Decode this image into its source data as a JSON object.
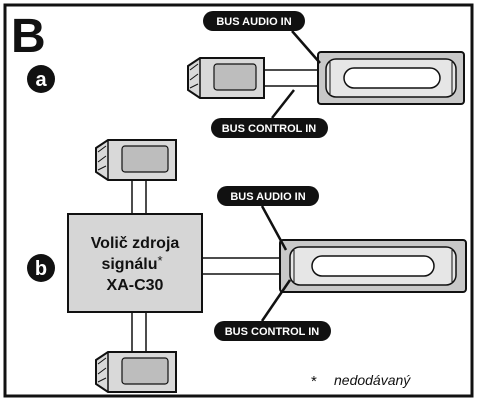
{
  "section_label": "B",
  "variant_a": {
    "marker": "a",
    "label_audio": "BUS AUDIO IN",
    "label_control": "BUS CONTROL IN"
  },
  "variant_b": {
    "marker": "b",
    "label_audio": "BUS AUDIO IN",
    "label_control": "BUS CONTROL IN",
    "selector": {
      "line1": "Volič zdroja",
      "line2": "signálu",
      "line2_mark": "*",
      "line3": "XA-C30"
    }
  },
  "footnote": {
    "mark": "*",
    "text": "nedodávaný"
  },
  "colors": {
    "frame": "#111111",
    "pill": "#111111",
    "box_fill": "#d9d9d9",
    "device_fill": "#c8c8c8",
    "selector_fill": "#d6d6d6"
  }
}
